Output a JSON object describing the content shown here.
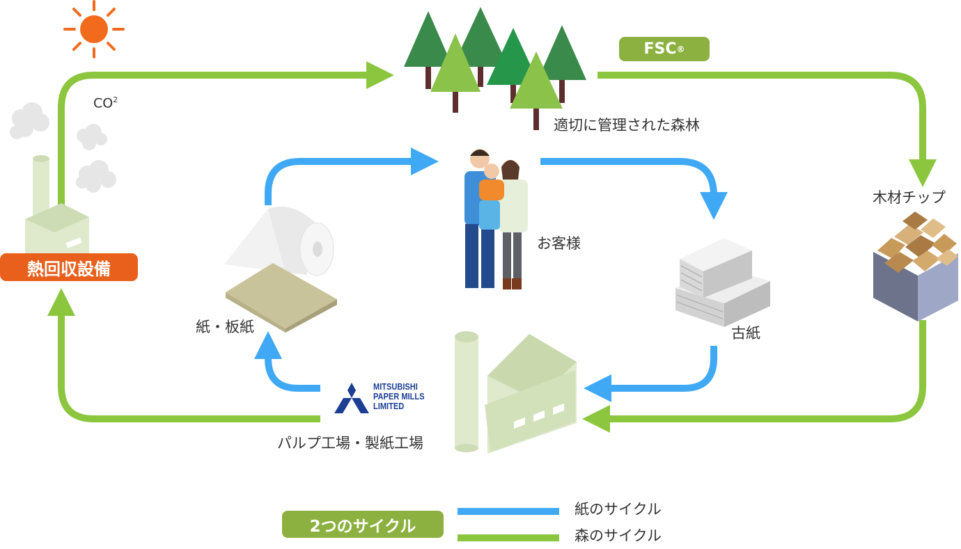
{
  "colors": {
    "paper_cycle": "#3fa9f5",
    "forest_cycle": "#8cc63f",
    "heat_badge": "#e8601c",
    "sun": "#f26b1d",
    "fsc_badge": "#8cb140",
    "legend_badge": "#8cb140"
  },
  "labels": {
    "co2": "CO",
    "co2_sup": "2",
    "fsc": "FSC",
    "fsc_mark": "®",
    "forest": "適切に管理された森林",
    "customers": "お客様",
    "wood_chips": "木材チップ",
    "paper_board": "紙・板紙",
    "used_paper": "古紙",
    "heat_recovery": "熱回収設備",
    "mill": "パルプ工場・製紙工場",
    "company_line1": "MITSUBISHI",
    "company_line2": "PAPER MILLS",
    "company_line3": "LIMITED"
  },
  "legend": {
    "title": "2つのサイクル",
    "items": [
      {
        "label": "紙のサイクル",
        "color": "#3fa9f5"
      },
      {
        "label": "森のサイクル",
        "color": "#8cc63f"
      }
    ]
  },
  "icons": [
    "sun-icon",
    "forest-icon",
    "family-icon",
    "paper-roll-icon",
    "cardboard-icon",
    "used-paper-icon",
    "wood-chips-icon",
    "factory-icon",
    "heat-plant-icon",
    "mitsubishi-logo"
  ]
}
